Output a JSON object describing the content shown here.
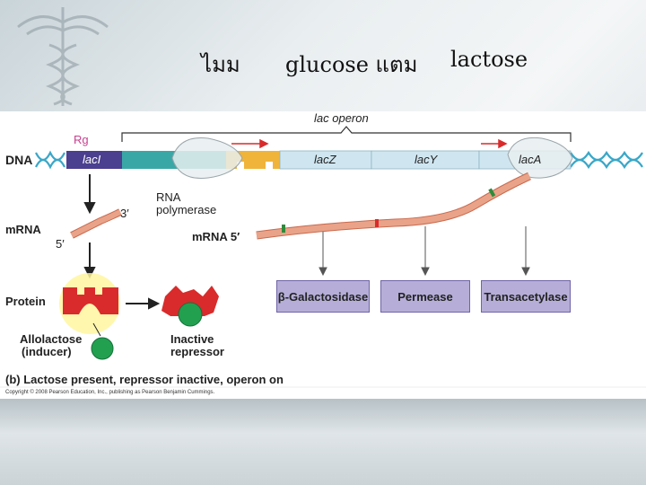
{
  "title": {
    "part1": "ไมม",
    "part2": "glucose แตม",
    "part3": "lactose"
  },
  "diagram": {
    "operon_label": "lac operon",
    "dna_label": "DNA",
    "rg_label": "Rg",
    "genes": [
      "lacI",
      "lacZ",
      "lacY",
      "lacA"
    ],
    "rna_polymerase_line1": "RNA",
    "rna_polymerase_line2": "polymerase",
    "mrna_label_left": "mRNA",
    "mrna_3prime": "3′",
    "mrna_5prime": "5′",
    "mrna_label_right": "mRNA 5′",
    "protein_label": "Protein",
    "allolactose_line1": "Allolactose",
    "allolactose_line2": "(inducer)",
    "inactive_line1": "Inactive",
    "inactive_line2": "repressor",
    "enzymes": [
      "β-Galactosidase",
      "Permease",
      "Transacetylase"
    ],
    "caption": "(b) Lactose present, repressor inactive, operon on",
    "copyright": "Copyright © 2008 Pearson Education, Inc., publishing as Pearson Benjamin Cummings."
  },
  "colors": {
    "lacI": "#4b3f8f",
    "operon_genes": "#cfe6f0",
    "promoter": "#3aa7a7",
    "operator": "#f0b43a",
    "mrna": "#e9a389",
    "repressor": "#d92b2b",
    "inducer": "#22a050",
    "enzyme_box": "#b6aed8",
    "dna_helix": "#3aa7c8"
  }
}
